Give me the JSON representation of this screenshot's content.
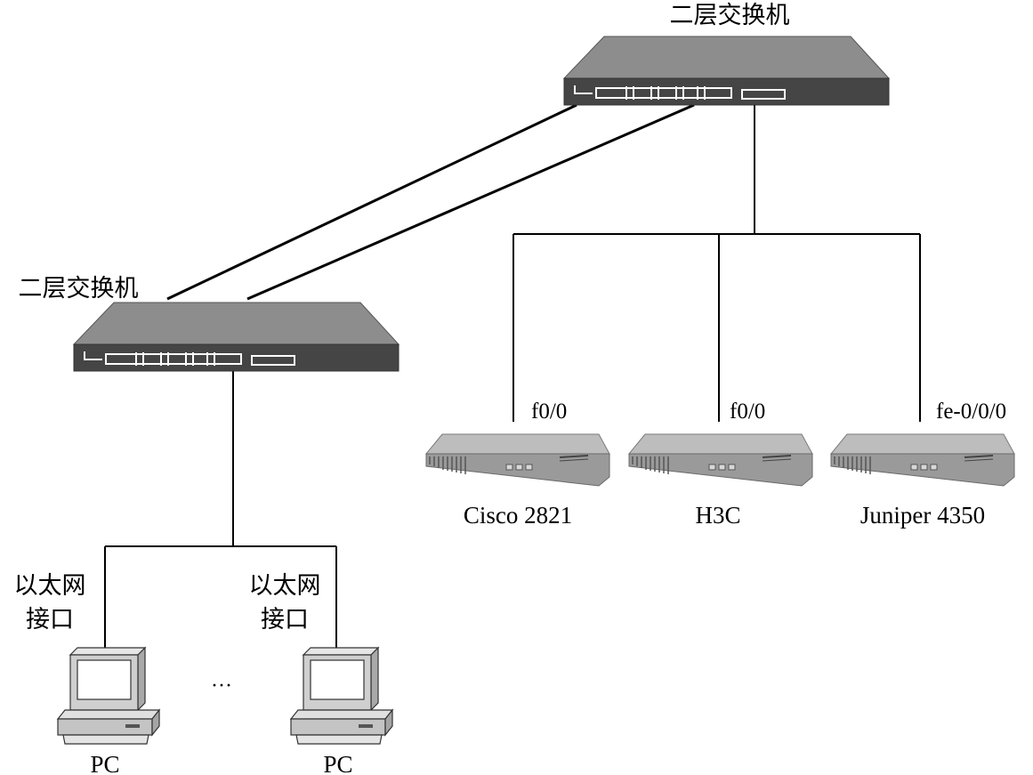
{
  "switches": {
    "top": {
      "label": "二层交换机"
    },
    "left": {
      "label": "二层交换机"
    }
  },
  "routers": [
    {
      "id": "cisco",
      "name": "Cisco 2821",
      "port": "f0/0"
    },
    {
      "id": "h3c",
      "name": "H3C",
      "port": "f0/0"
    },
    {
      "id": "juniper",
      "name": "Juniper 4350",
      "port": "fe-0/0/0"
    }
  ],
  "pcs": [
    {
      "id": "pc1",
      "name": "PC",
      "port_line1": "以太网",
      "port_line2": "接口"
    },
    {
      "id": "pc2",
      "name": "PC",
      "port_line1": "以太网",
      "port_line2": "接口"
    }
  ],
  "ellipsis": "···",
  "colors": {
    "switch_top": "#8d8d8d",
    "switch_front": "#454545",
    "router_top": "#b6b6b6",
    "router_front": "#9a9a9a",
    "line": "#000000"
  }
}
